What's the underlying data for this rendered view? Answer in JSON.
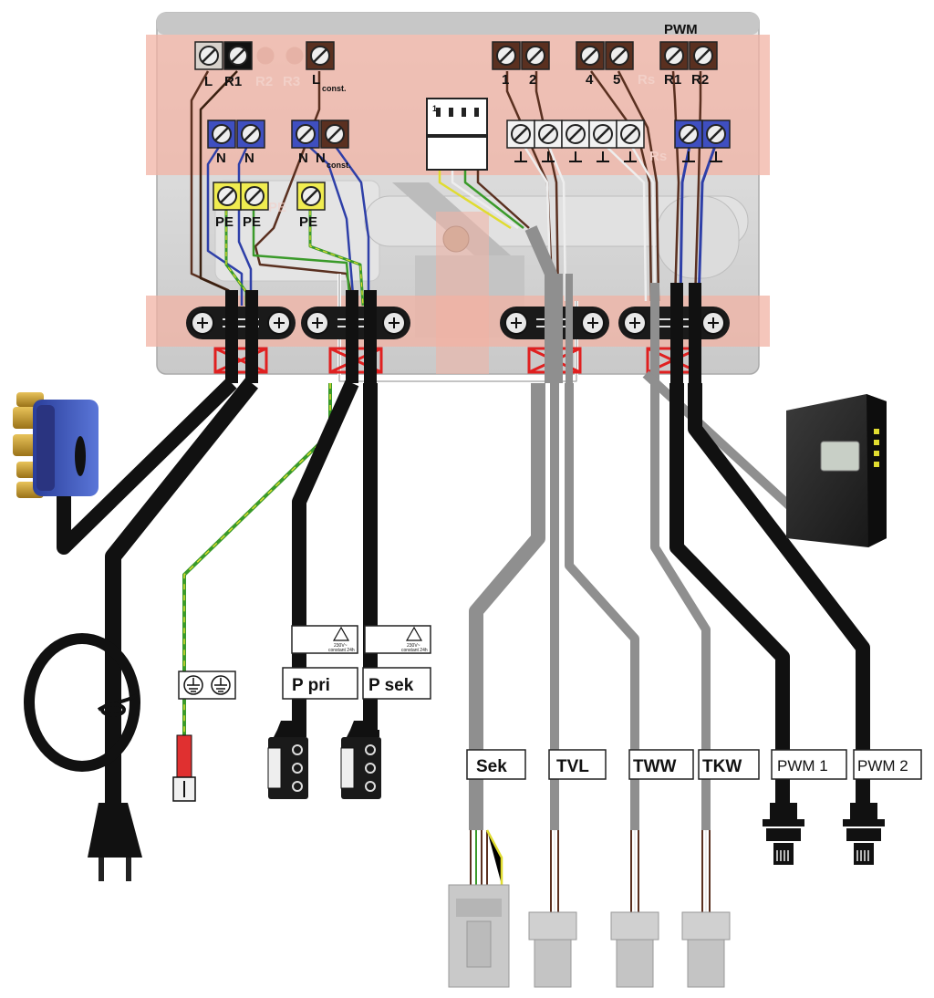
{
  "diagram": {
    "top_labels": {
      "pwm": "PWM"
    },
    "terminals_top": {
      "L": "L",
      "R1": "R1",
      "R2": "R2",
      "R3": "R3",
      "Lconst_main": "L",
      "Lconst_sub": "const.",
      "s1": "1",
      "s2": "2",
      "s4": "4",
      "s5": "5",
      "Rs": "Rs",
      "pR1": "R1",
      "pR2": "R2"
    },
    "terminals_mid": {
      "N1": "N",
      "N2": "N",
      "N3": "N",
      "N4": "N",
      "Nconst_sub": "const.",
      "Rs": "Rs"
    },
    "terminals_pe": {
      "pe1": "PE",
      "pe2": "PE",
      "pe3": "PE",
      "pe_ghost": "PE"
    },
    "sensor_header": {
      "pin1": "1"
    },
    "cable_labels": {
      "p_pri": "P pri",
      "p_sek": "P sek",
      "sek": "Sek",
      "tvl": "TVL",
      "tww": "TWW",
      "tkw": "TKW",
      "pwm1": "PWM 1",
      "pwm2": "PWM 2"
    },
    "warning_label": {
      "line1": "230V~",
      "line2": "constant 24h"
    },
    "colors": {
      "terminal_zone": "#f2b3a4",
      "housing": "#d7d7d7",
      "cable": "#111111",
      "sensor_cable": "#8f8f8f",
      "brown_wire": "#5a3020",
      "blue_wire": "#2e3fa8",
      "earth_green": "#3a9a2a",
      "earth_yellow": "#e0dc30",
      "strain_relief_mark": "#e02020"
    }
  }
}
